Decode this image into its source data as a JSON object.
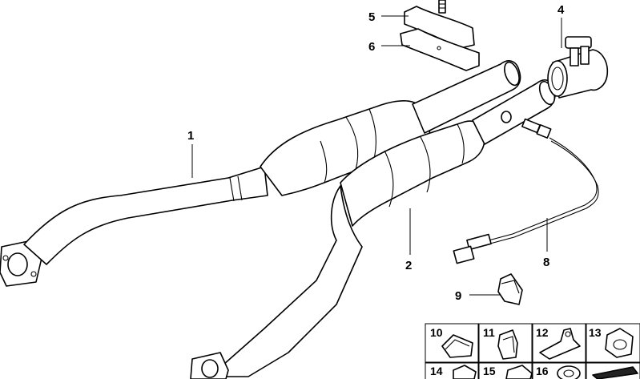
{
  "callouts": {
    "c1": "1",
    "c2": "2",
    "c4": "4",
    "c5": "5",
    "c6": "6",
    "c8": "8",
    "c9": "9"
  },
  "grid": {
    "c10": "10",
    "c11": "11",
    "c12": "12",
    "c13": "13",
    "c14": "14",
    "c15": "15",
    "c16": "16"
  }
}
